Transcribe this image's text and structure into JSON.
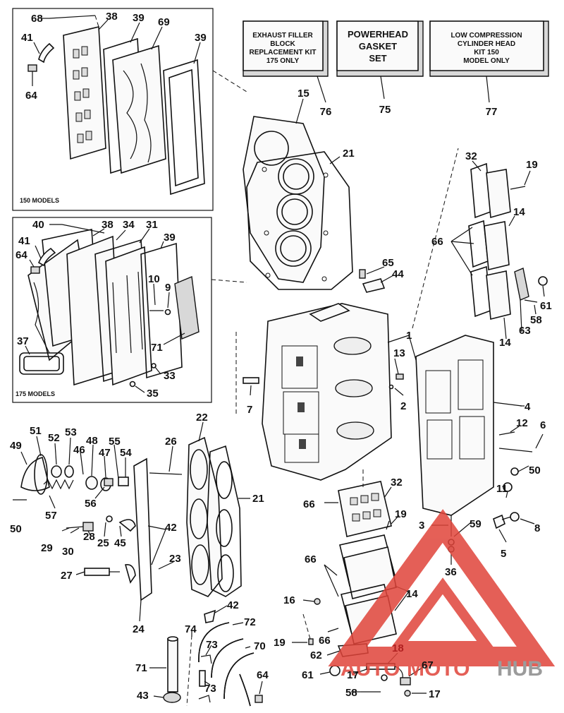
{
  "kits": [
    {
      "id": "exhaust-filler-kit",
      "lines": [
        "EXHAUST FILLER",
        "BLOCK",
        "REPLACEMENT KIT",
        "175 ONLY"
      ],
      "part": "76"
    },
    {
      "id": "powerhead-gasket-set",
      "lines": [
        "POWERHEAD",
        "GASKET",
        "SET"
      ],
      "part": "75"
    },
    {
      "id": "low-compression-kit",
      "lines": [
        "LOW COMPRESSION",
        "CYLINDER HEAD",
        "KIT 150",
        "MODEL ONLY"
      ],
      "part": "77"
    }
  ],
  "insets": {
    "models150": "150 MODELS",
    "models175": "175 MODELS"
  },
  "watermark": {
    "word1": "AUTO",
    "word2": "MOTO",
    "word3": "HUB",
    "accent": "#e0443a",
    "gray": "#8a8a8a"
  },
  "labels": [
    {
      "n": "68"
    },
    {
      "n": "38"
    },
    {
      "n": "39"
    },
    {
      "n": "69"
    },
    {
      "n": "39"
    },
    {
      "n": "41"
    },
    {
      "n": "64"
    },
    {
      "n": "15"
    },
    {
      "n": "21"
    },
    {
      "n": "40"
    },
    {
      "n": "38"
    },
    {
      "n": "34"
    },
    {
      "n": "31"
    },
    {
      "n": "39"
    },
    {
      "n": "41"
    },
    {
      "n": "64"
    },
    {
      "n": "10"
    },
    {
      "n": "9"
    },
    {
      "n": "71"
    },
    {
      "n": "37"
    },
    {
      "n": "33"
    },
    {
      "n": "35"
    },
    {
      "n": "32"
    },
    {
      "n": "19"
    },
    {
      "n": "14"
    },
    {
      "n": "66"
    },
    {
      "n": "65"
    },
    {
      "n": "44"
    },
    {
      "n": "61"
    },
    {
      "n": "58"
    },
    {
      "n": "63"
    },
    {
      "n": "14"
    },
    {
      "n": "1"
    },
    {
      "n": "13"
    },
    {
      "n": "2"
    },
    {
      "n": "7"
    },
    {
      "n": "4"
    },
    {
      "n": "12"
    },
    {
      "n": "6"
    },
    {
      "n": "50"
    },
    {
      "n": "11"
    },
    {
      "n": "22"
    },
    {
      "n": "26"
    },
    {
      "n": "21"
    },
    {
      "n": "51"
    },
    {
      "n": "52"
    },
    {
      "n": "53"
    },
    {
      "n": "49"
    },
    {
      "n": "46"
    },
    {
      "n": "48"
    },
    {
      "n": "47"
    },
    {
      "n": "55"
    },
    {
      "n": "54"
    },
    {
      "n": "56"
    },
    {
      "n": "57"
    },
    {
      "n": "50"
    },
    {
      "n": "42"
    },
    {
      "n": "29"
    },
    {
      "n": "30"
    },
    {
      "n": "28"
    },
    {
      "n": "25"
    },
    {
      "n": "45"
    },
    {
      "n": "27"
    },
    {
      "n": "23"
    },
    {
      "n": "24"
    },
    {
      "n": "66"
    },
    {
      "n": "32"
    },
    {
      "n": "19"
    },
    {
      "n": "3"
    },
    {
      "n": "59"
    },
    {
      "n": "8"
    },
    {
      "n": "5"
    },
    {
      "n": "36"
    },
    {
      "n": "66"
    },
    {
      "n": "14"
    },
    {
      "n": "16"
    },
    {
      "n": "19"
    },
    {
      "n": "66"
    },
    {
      "n": "62"
    },
    {
      "n": "61"
    },
    {
      "n": "18"
    },
    {
      "n": "17"
    },
    {
      "n": "67"
    },
    {
      "n": "58"
    },
    {
      "n": "17"
    },
    {
      "n": "42"
    },
    {
      "n": "72"
    },
    {
      "n": "74"
    },
    {
      "n": "73"
    },
    {
      "n": "70"
    },
    {
      "n": "71"
    },
    {
      "n": "73"
    },
    {
      "n": "43"
    },
    {
      "n": "64"
    }
  ]
}
